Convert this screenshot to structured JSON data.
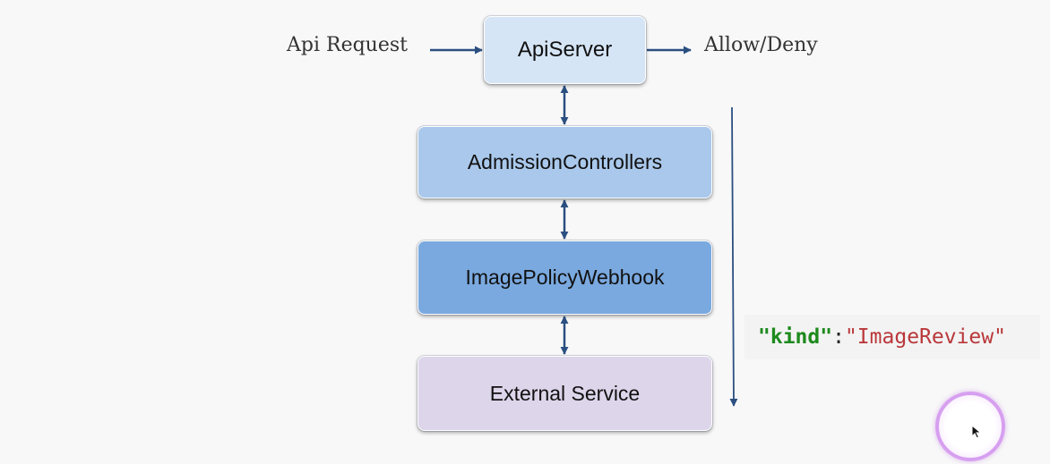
{
  "flow": {
    "input_label": "Api Request",
    "output_label": "Allow/Deny"
  },
  "nodes": {
    "apiserver": "ApiServer",
    "admission": "AdmissionControllers",
    "webhook": "ImagePolicyWebhook",
    "external": "External Service"
  },
  "colors": {
    "apiserver_fill": "#d6e5f6",
    "admission_fill": "#a9c8eb",
    "webhook_fill": "#7aa9df",
    "external_fill": "#ddd5ea",
    "arrow": "#2b4f80",
    "code_key": "#1d8a1d",
    "code_value": "#b9373a"
  },
  "code": {
    "key": "\"kind\"",
    "colon": ":",
    "value": "\"ImageReview\""
  },
  "cursor": {
    "icon": "mouse-pointer-icon"
  }
}
